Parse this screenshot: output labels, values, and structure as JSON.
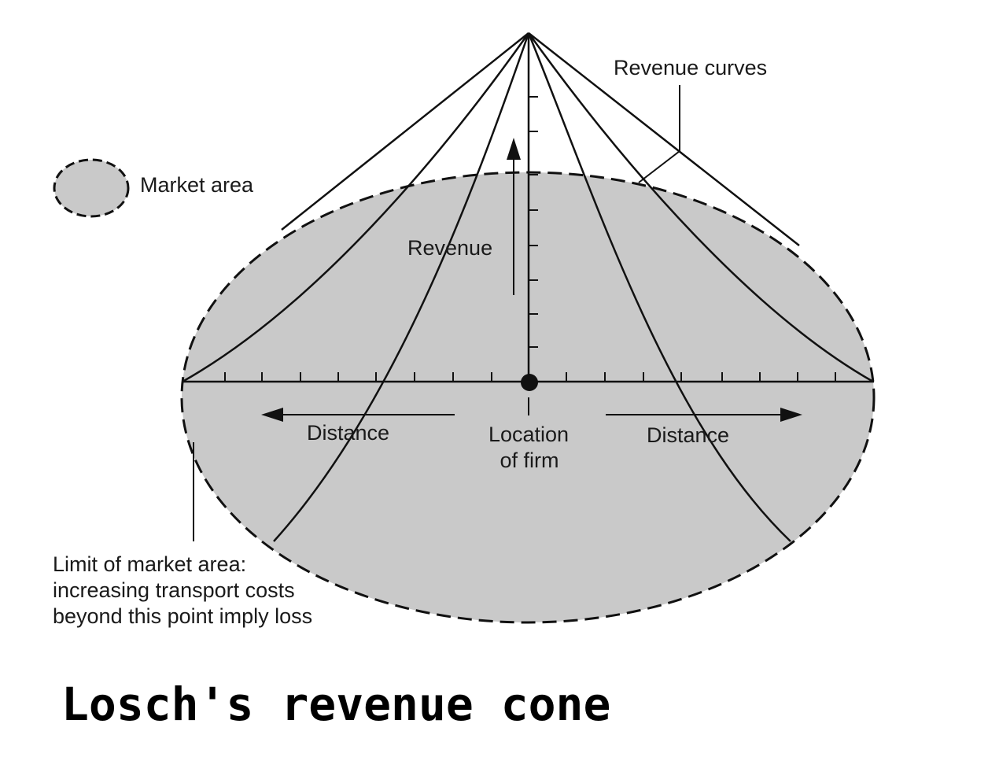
{
  "title": "Losch's revenue cone",
  "labels": {
    "revenue_curves": "Revenue curves",
    "market_area": "Market area",
    "revenue": "Revenue",
    "distance_left": "Distance",
    "distance_right": "Distance",
    "location_line1": "Location",
    "location_line2": "of firm",
    "limit_line1": "Limit of market area:",
    "limit_line2": "increasing transport costs",
    "limit_line3": "beyond this point imply loss"
  },
  "colors": {
    "market_fill": "#c9c9c9",
    "line": "#111111",
    "background": "#ffffff"
  }
}
